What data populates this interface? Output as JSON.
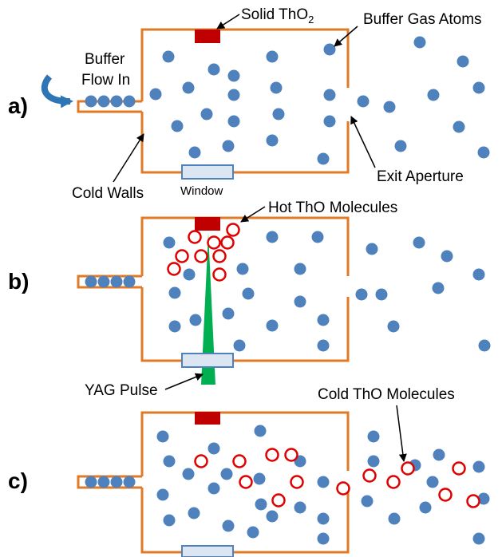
{
  "panels": {
    "a": {
      "label": "a)"
    },
    "b": {
      "label": "b)"
    },
    "c": {
      "label": "c)"
    }
  },
  "labels": {
    "solid_tho2": "Solid ThO",
    "solid_tho2_sub": "2",
    "buffer_gas_atoms": "Buffer Gas Atoms",
    "buffer_flow_line1": "Buffer",
    "buffer_flow_line2": "Flow In",
    "cold_walls": "Cold Walls",
    "window": "Window",
    "exit_aperture": "Exit Aperture",
    "hot_tho_molecules": "Hot ThO Molecules",
    "yag_pulse": "YAG Pulse",
    "cold_tho_molecules": "Cold ThO Molecules"
  },
  "colors": {
    "cell_wall": "#e07a26",
    "solid_target": "#c00000",
    "atom": "#4f81bd",
    "molecule_ring": "#e00000",
    "window_fill": "#dce6f2",
    "window_stroke": "#4f81bd",
    "yag_beam": "#00b050",
    "flow_arrow": "#2e75b6"
  }
}
